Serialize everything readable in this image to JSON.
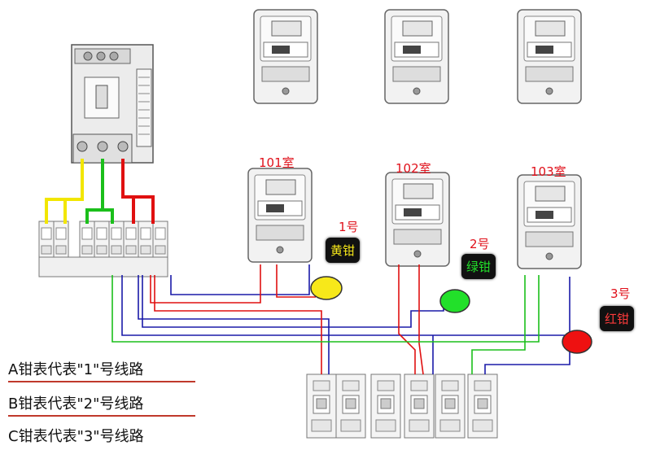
{
  "rooms": [
    {
      "label": "101室"
    },
    {
      "label": "102室"
    },
    {
      "label": "103室"
    }
  ],
  "clamps": [
    {
      "number": "1号",
      "name": "黄钳",
      "color": "#f7e81a",
      "text_color": "#f7e81a"
    },
    {
      "number": "2号",
      "name": "绿钳",
      "color": "#22e02a",
      "text_color": "#22e02a"
    },
    {
      "number": "3号",
      "name": "红钳",
      "color": "#ee1111",
      "text_color": "#ff3b3b"
    }
  ],
  "legend": [
    {
      "text": "A钳表代表\"1\"号线路"
    },
    {
      "text": "B钳表代表\"2\"号线路"
    },
    {
      "text": "C钳表代表\"3\"号线路"
    }
  ],
  "wire_colors": {
    "yellow": "#f2e600",
    "green": "#1bbf1b",
    "red": "#e01010",
    "blue": "#1a1aa8",
    "legend_rule": "#c0392b"
  }
}
